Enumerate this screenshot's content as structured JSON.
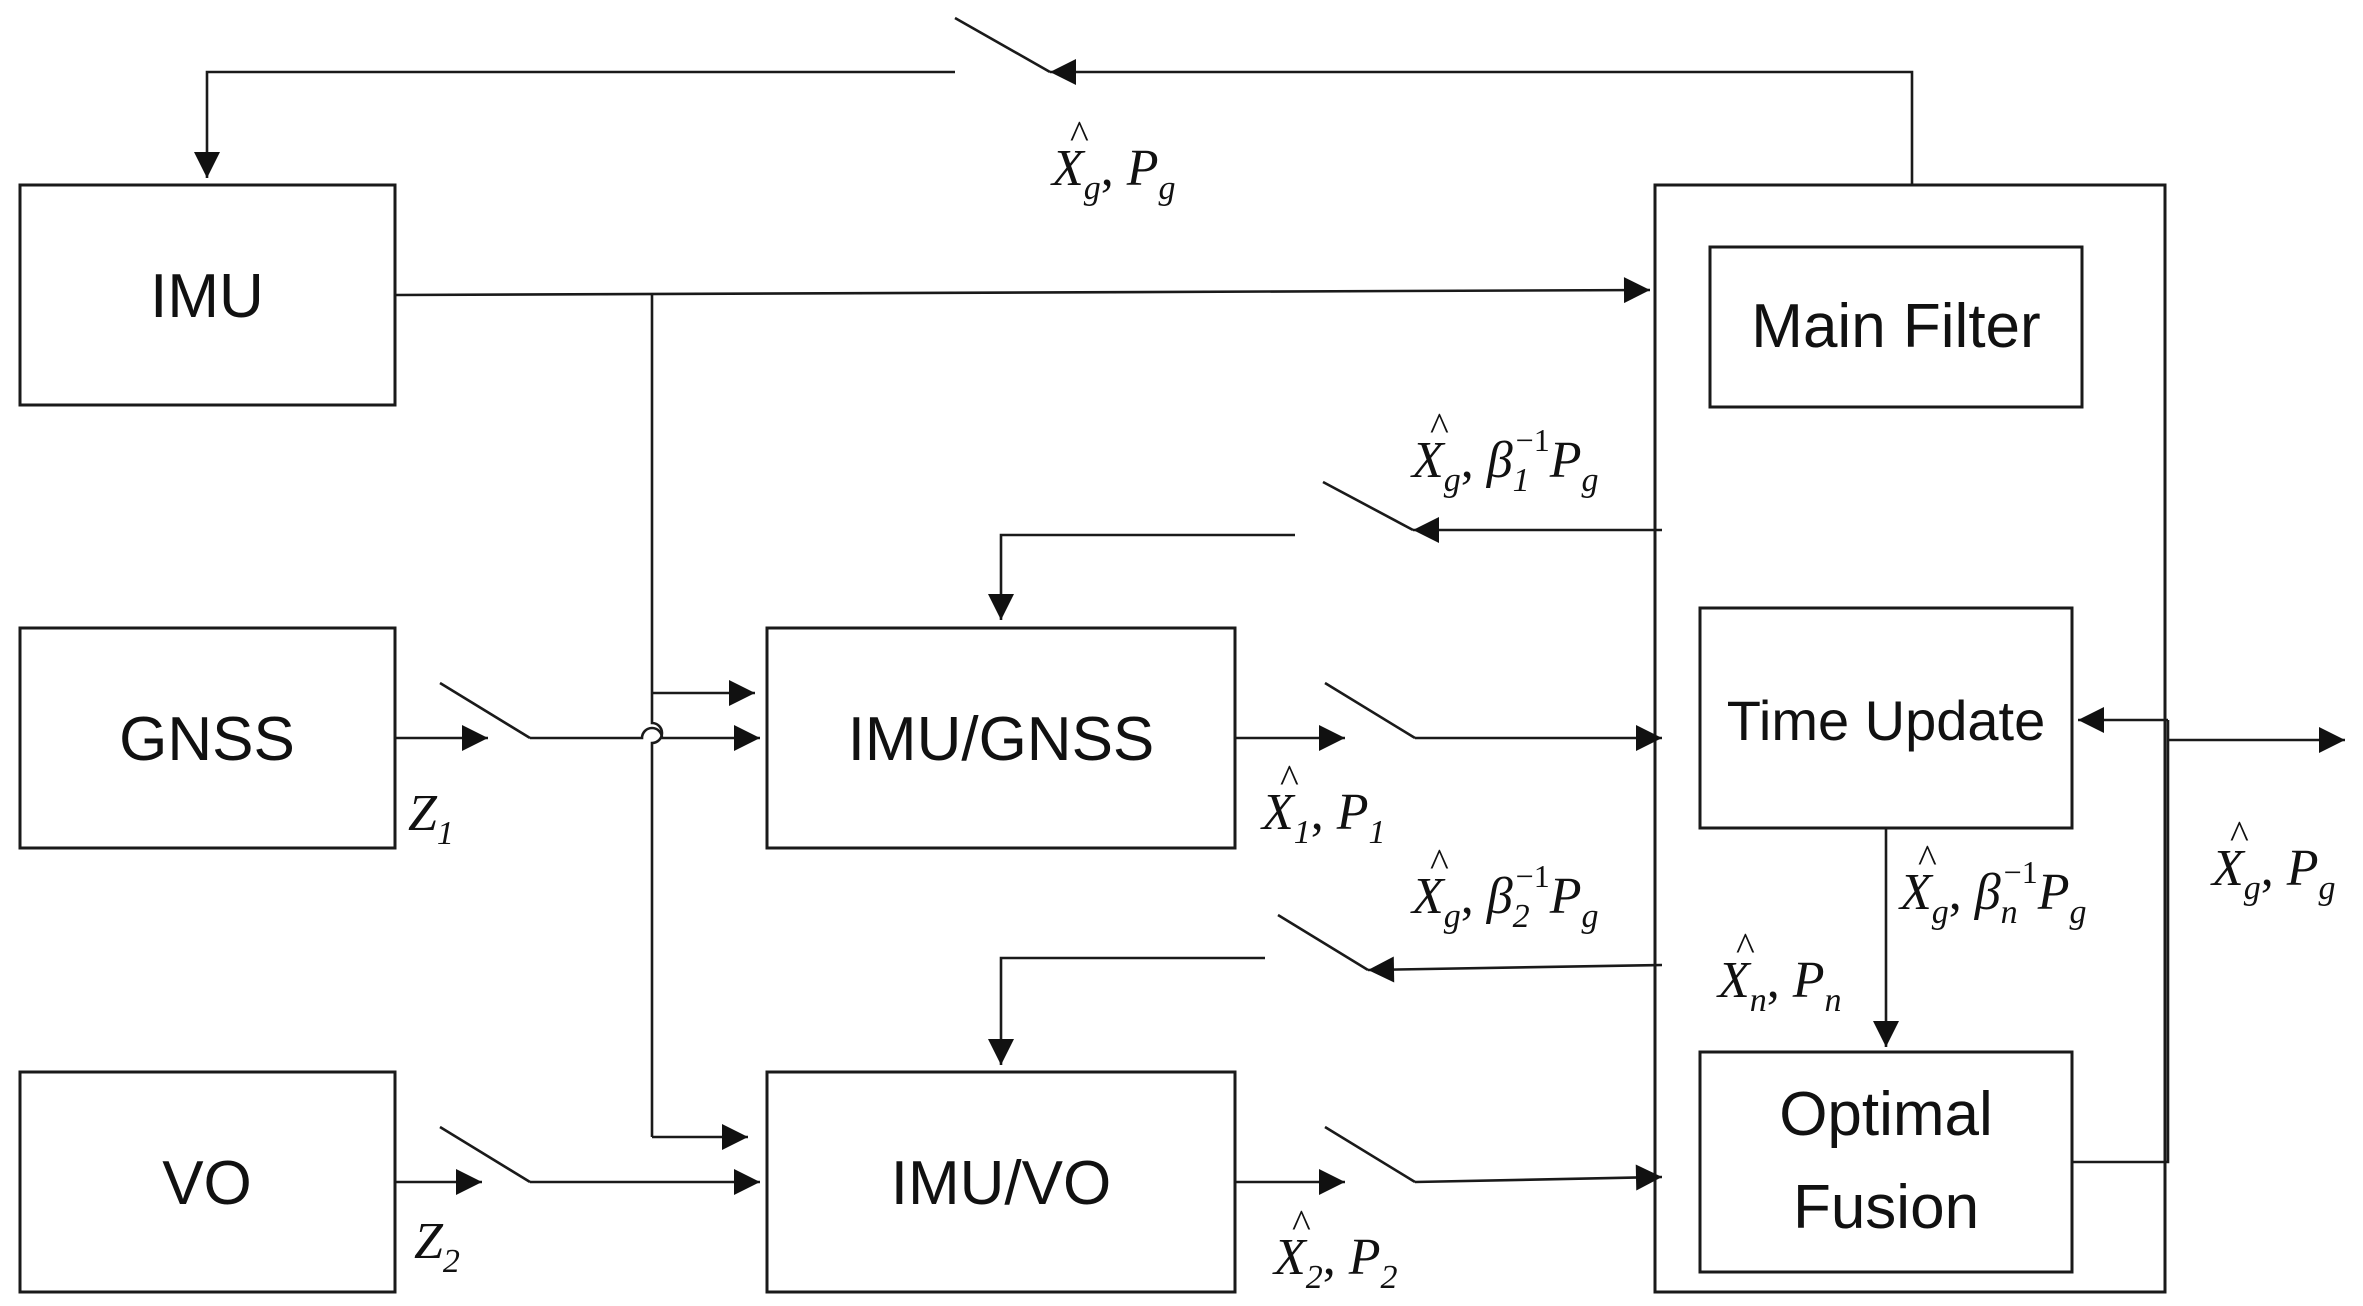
{
  "blocks": {
    "imu": "IMU",
    "gnss": "GNSS",
    "vo": "VO",
    "imu_gnss": "IMU/GNSS",
    "imu_vo": "IMU/VO",
    "main_filter": "Main Filter",
    "time_update": "Time Update",
    "optimal_fusion_line1": "Optimal",
    "optimal_fusion_line2": "Fusion"
  },
  "labels": {
    "global_estimate": {
      "var": "X",
      "sub": "g",
      "sep": ", ",
      "cov": "P",
      "cov_sub": "g"
    },
    "feedback_1": {
      "var": "X",
      "sub": "g",
      "sep": ", ",
      "beta": "β",
      "beta_sub": "1",
      "exp": "−1",
      "cov": "P",
      "cov_sub": "g"
    },
    "feedback_2": {
      "var": "X",
      "sub": "g",
      "sep": ", ",
      "beta": "β",
      "beta_sub": "2",
      "exp": "−1",
      "cov": "P",
      "cov_sub": "g"
    },
    "feedback_n": {
      "var": "X",
      "sub": "g",
      "sep": ", ",
      "beta": "β",
      "beta_sub": "n",
      "exp": "−1",
      "cov": "P",
      "cov_sub": "g"
    },
    "local_1": {
      "var": "X",
      "sub": "1",
      "sep": ", ",
      "cov": "P",
      "cov_sub": "1"
    },
    "local_2": {
      "var": "X",
      "sub": "2",
      "sep": ", ",
      "cov": "P",
      "cov_sub": "2"
    },
    "local_n": {
      "var": "X",
      "sub": "n",
      "sep": ", ",
      "cov": "P",
      "cov_sub": "n"
    },
    "meas_1": {
      "var": "Z",
      "sub": "1"
    },
    "meas_2": {
      "var": "Z",
      "sub": "2"
    },
    "hat": "^"
  }
}
